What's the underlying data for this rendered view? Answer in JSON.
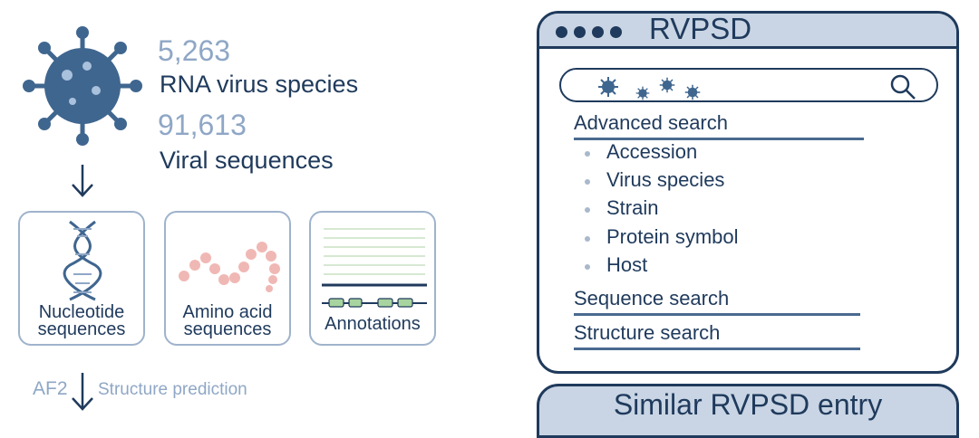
{
  "stats": {
    "species_count": "5,263",
    "species_label": "RNA virus species",
    "sequence_count": "91,613",
    "sequence_label": "Viral sequences"
  },
  "cards": [
    {
      "line1": "Nucleotide",
      "line2": "sequences",
      "icon": "dna-icon"
    },
    {
      "line1": "Amino acid",
      "line2": "sequences",
      "icon": "amino-acid-chain-icon"
    },
    {
      "line1": "Annotations",
      "line2": "",
      "icon": "annotation-track-icon"
    }
  ],
  "prediction": {
    "tool": "AF2",
    "label": "Structure prediction"
  },
  "panel": {
    "title": "RVPSD",
    "advanced_search": "Advanced search",
    "options": [
      "Accession",
      "Virus species",
      "Strain",
      "Protein symbol",
      "Host"
    ],
    "sequence_search": "Sequence search",
    "structure_search": "Structure search"
  },
  "similar": {
    "title": "Similar RVPSD entry"
  },
  "colors": {
    "dark": "#1f3a5c",
    "light": "#8fa7c6",
    "header": "#c9d5e4",
    "virus": "#3f668f"
  }
}
